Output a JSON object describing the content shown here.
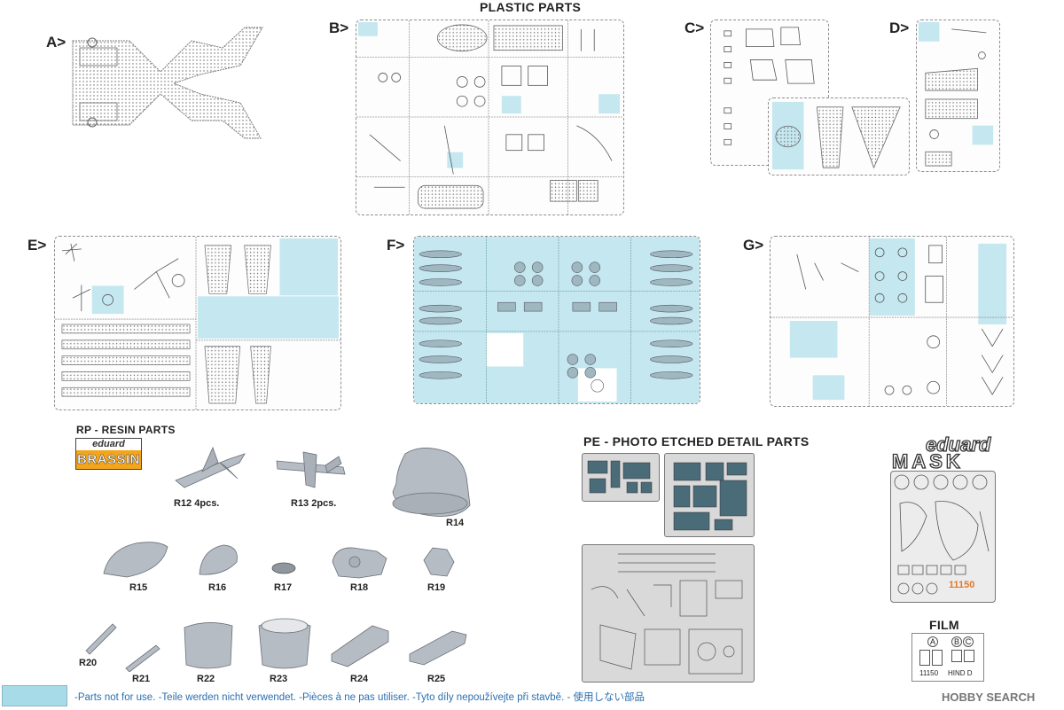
{
  "sections": {
    "plastic_title": "PLASTIC PARTS",
    "resin_title": "RP - RESIN PARTS",
    "pe_title": "PE - PHOTO ETCHED DETAIL PARTS",
    "film_title": "FILM"
  },
  "sprues": [
    "A>",
    "B>",
    "C>",
    "D>",
    "E>",
    "F>",
    "G>"
  ],
  "brassin": {
    "top": "eduard",
    "bottom": "BRASSIN"
  },
  "resin_parts": [
    "R12  4pcs.",
    "R13  2pcs.",
    "R14",
    "R15",
    "R16",
    "R17",
    "R18",
    "R19",
    "R20",
    "R21",
    "R22",
    "R23",
    "R24",
    "R25"
  ],
  "mask": {
    "logo_top": "eduard",
    "logo_bottom": "MASK",
    "number": "11150"
  },
  "film": {
    "label_a": "A",
    "label_b": "B",
    "label_c": "C",
    "code": "11150",
    "name": "HIND D"
  },
  "legend": {
    "text": "-Parts not for use. -Teile werden nicht verwendet. -Pièces à ne pas utiliser. -Tyto díly nepoužívejte při stavbě. -   使用しない部品"
  },
  "footer": {
    "logo": "HOBBY SEARCH"
  },
  "colors": {
    "not_used": "#c5e7f0",
    "legend_text": "#2a6fb0",
    "brassin": "#f4a51b"
  }
}
